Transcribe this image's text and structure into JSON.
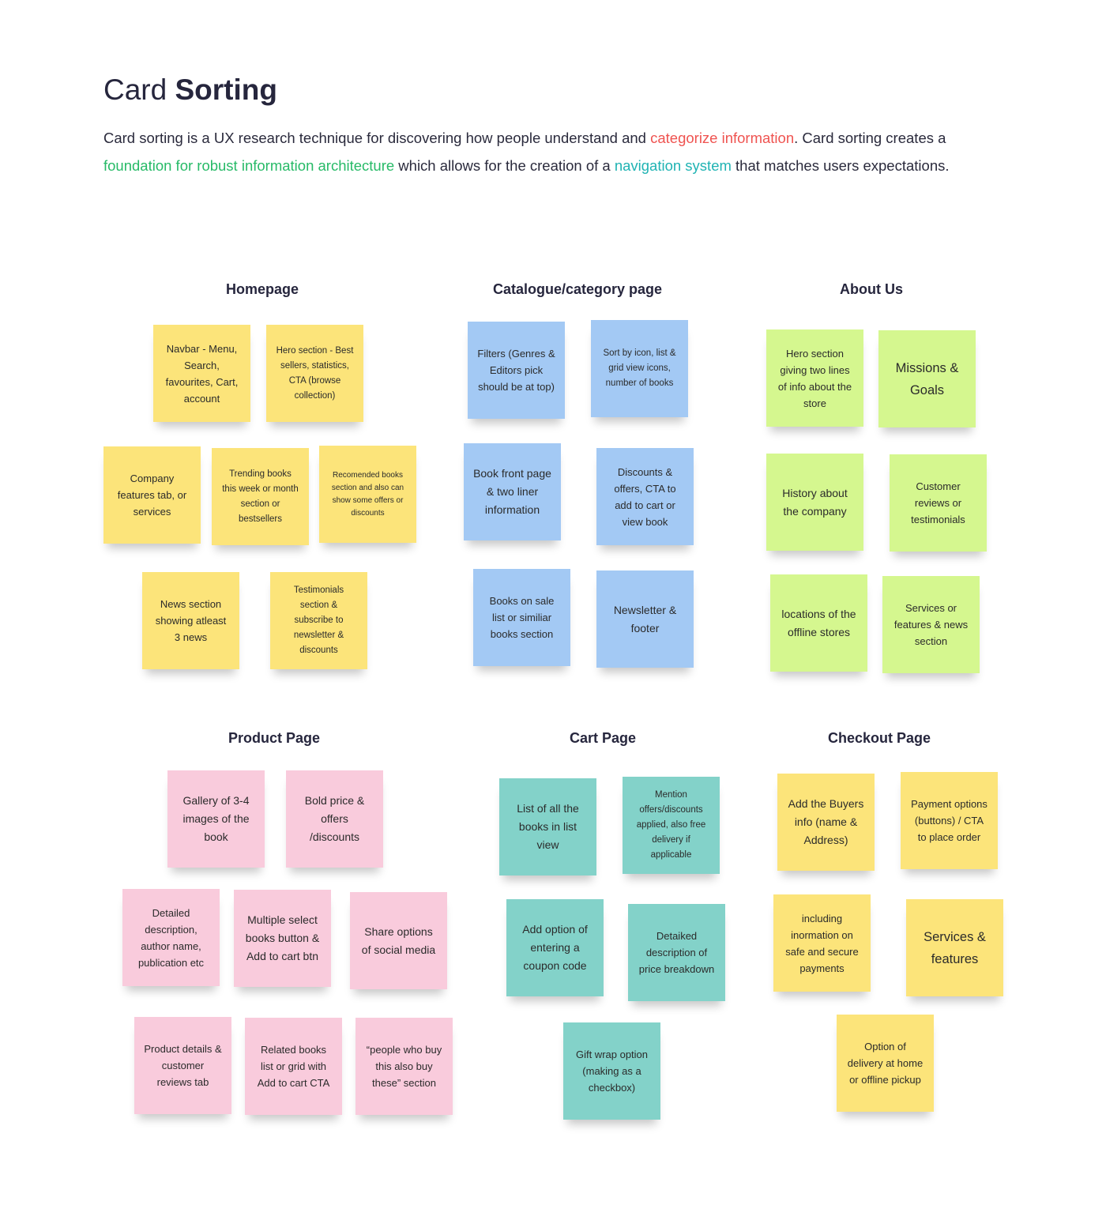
{
  "header": {
    "title_light": "Card ",
    "title_bold": "Sorting",
    "intro": {
      "p1": "Card sorting is a UX research technique for discovering how people understand and ",
      "h1": "categorize information",
      "p2": ". Card sorting creates a ",
      "h2": "foundation for robust information architecture",
      "p3": " which allows for the creation of a ",
      "h3": "navigation system",
      "p4": " that matches users expectations."
    }
  },
  "colors": {
    "yellow": "#fce47a",
    "blue": "#a3c9f4",
    "lime": "#d5f78f",
    "pink": "#f9cbdc",
    "teal": "#83d2c9",
    "highlight_red": "#ef5350",
    "highlight_green": "#27ba67",
    "highlight_teal": "#1fb3b3"
  },
  "groups": {
    "homepage": {
      "title": "Homepage",
      "cards": [
        "Navbar - Menu, Search, favourites, Cart, account",
        "Hero section - Best sellers, statistics, CTA (browse collection)",
        "Company features tab, or services",
        "Trending books this week or month section or bestsellers",
        "Recomended books section and also can show some offers or discounts",
        "News section showing atleast 3 news",
        "Testimonials section & subscribe to newsletter & discounts"
      ]
    },
    "catalogue": {
      "title": "Catalogue/category page",
      "cards": [
        "Filters (Genres & Editors pick should be at top)",
        "Sort by icon, list & grid view icons, number of books",
        "Book front page & two liner information",
        "Discounts & offers, CTA to add to cart or view book",
        "Books on sale list or similiar books section",
        "Newsletter & footer"
      ]
    },
    "about": {
      "title": "About Us",
      "cards": [
        "Hero section giving two lines of info about the store",
        "Missions & Goals",
        "History about the company",
        "Customer reviews or testimonials",
        "locations of the offline stores",
        "Services or features & news section"
      ]
    },
    "product": {
      "title": "Product Page",
      "cards": [
        "Gallery of 3-4 images of the book",
        "Bold price & offers /discounts",
        "Detailed description, author name, publication etc",
        "Multiple select books button & Add to cart btn",
        "Share options of social media",
        "Product details & customer reviews tab",
        "Related books list or grid with Add to cart CTA",
        "“people who buy this also buy these” section"
      ]
    },
    "cart": {
      "title": "Cart Page",
      "cards": [
        "List of all the books in list view",
        "Mention offers/discounts applied, also free delivery if applicable",
        "Add option of entering a coupon code",
        "Detaiked description of price breakdown",
        "Gift wrap option (making as a checkbox)"
      ]
    },
    "checkout": {
      "title": "Checkout Page",
      "cards": [
        "Add the Buyers info (name & Address)",
        "Payment options (buttons) / CTA to place order",
        "including inormation on safe and secure payments",
        "Services & features",
        "Option of delivery at home or offline pickup"
      ]
    }
  }
}
